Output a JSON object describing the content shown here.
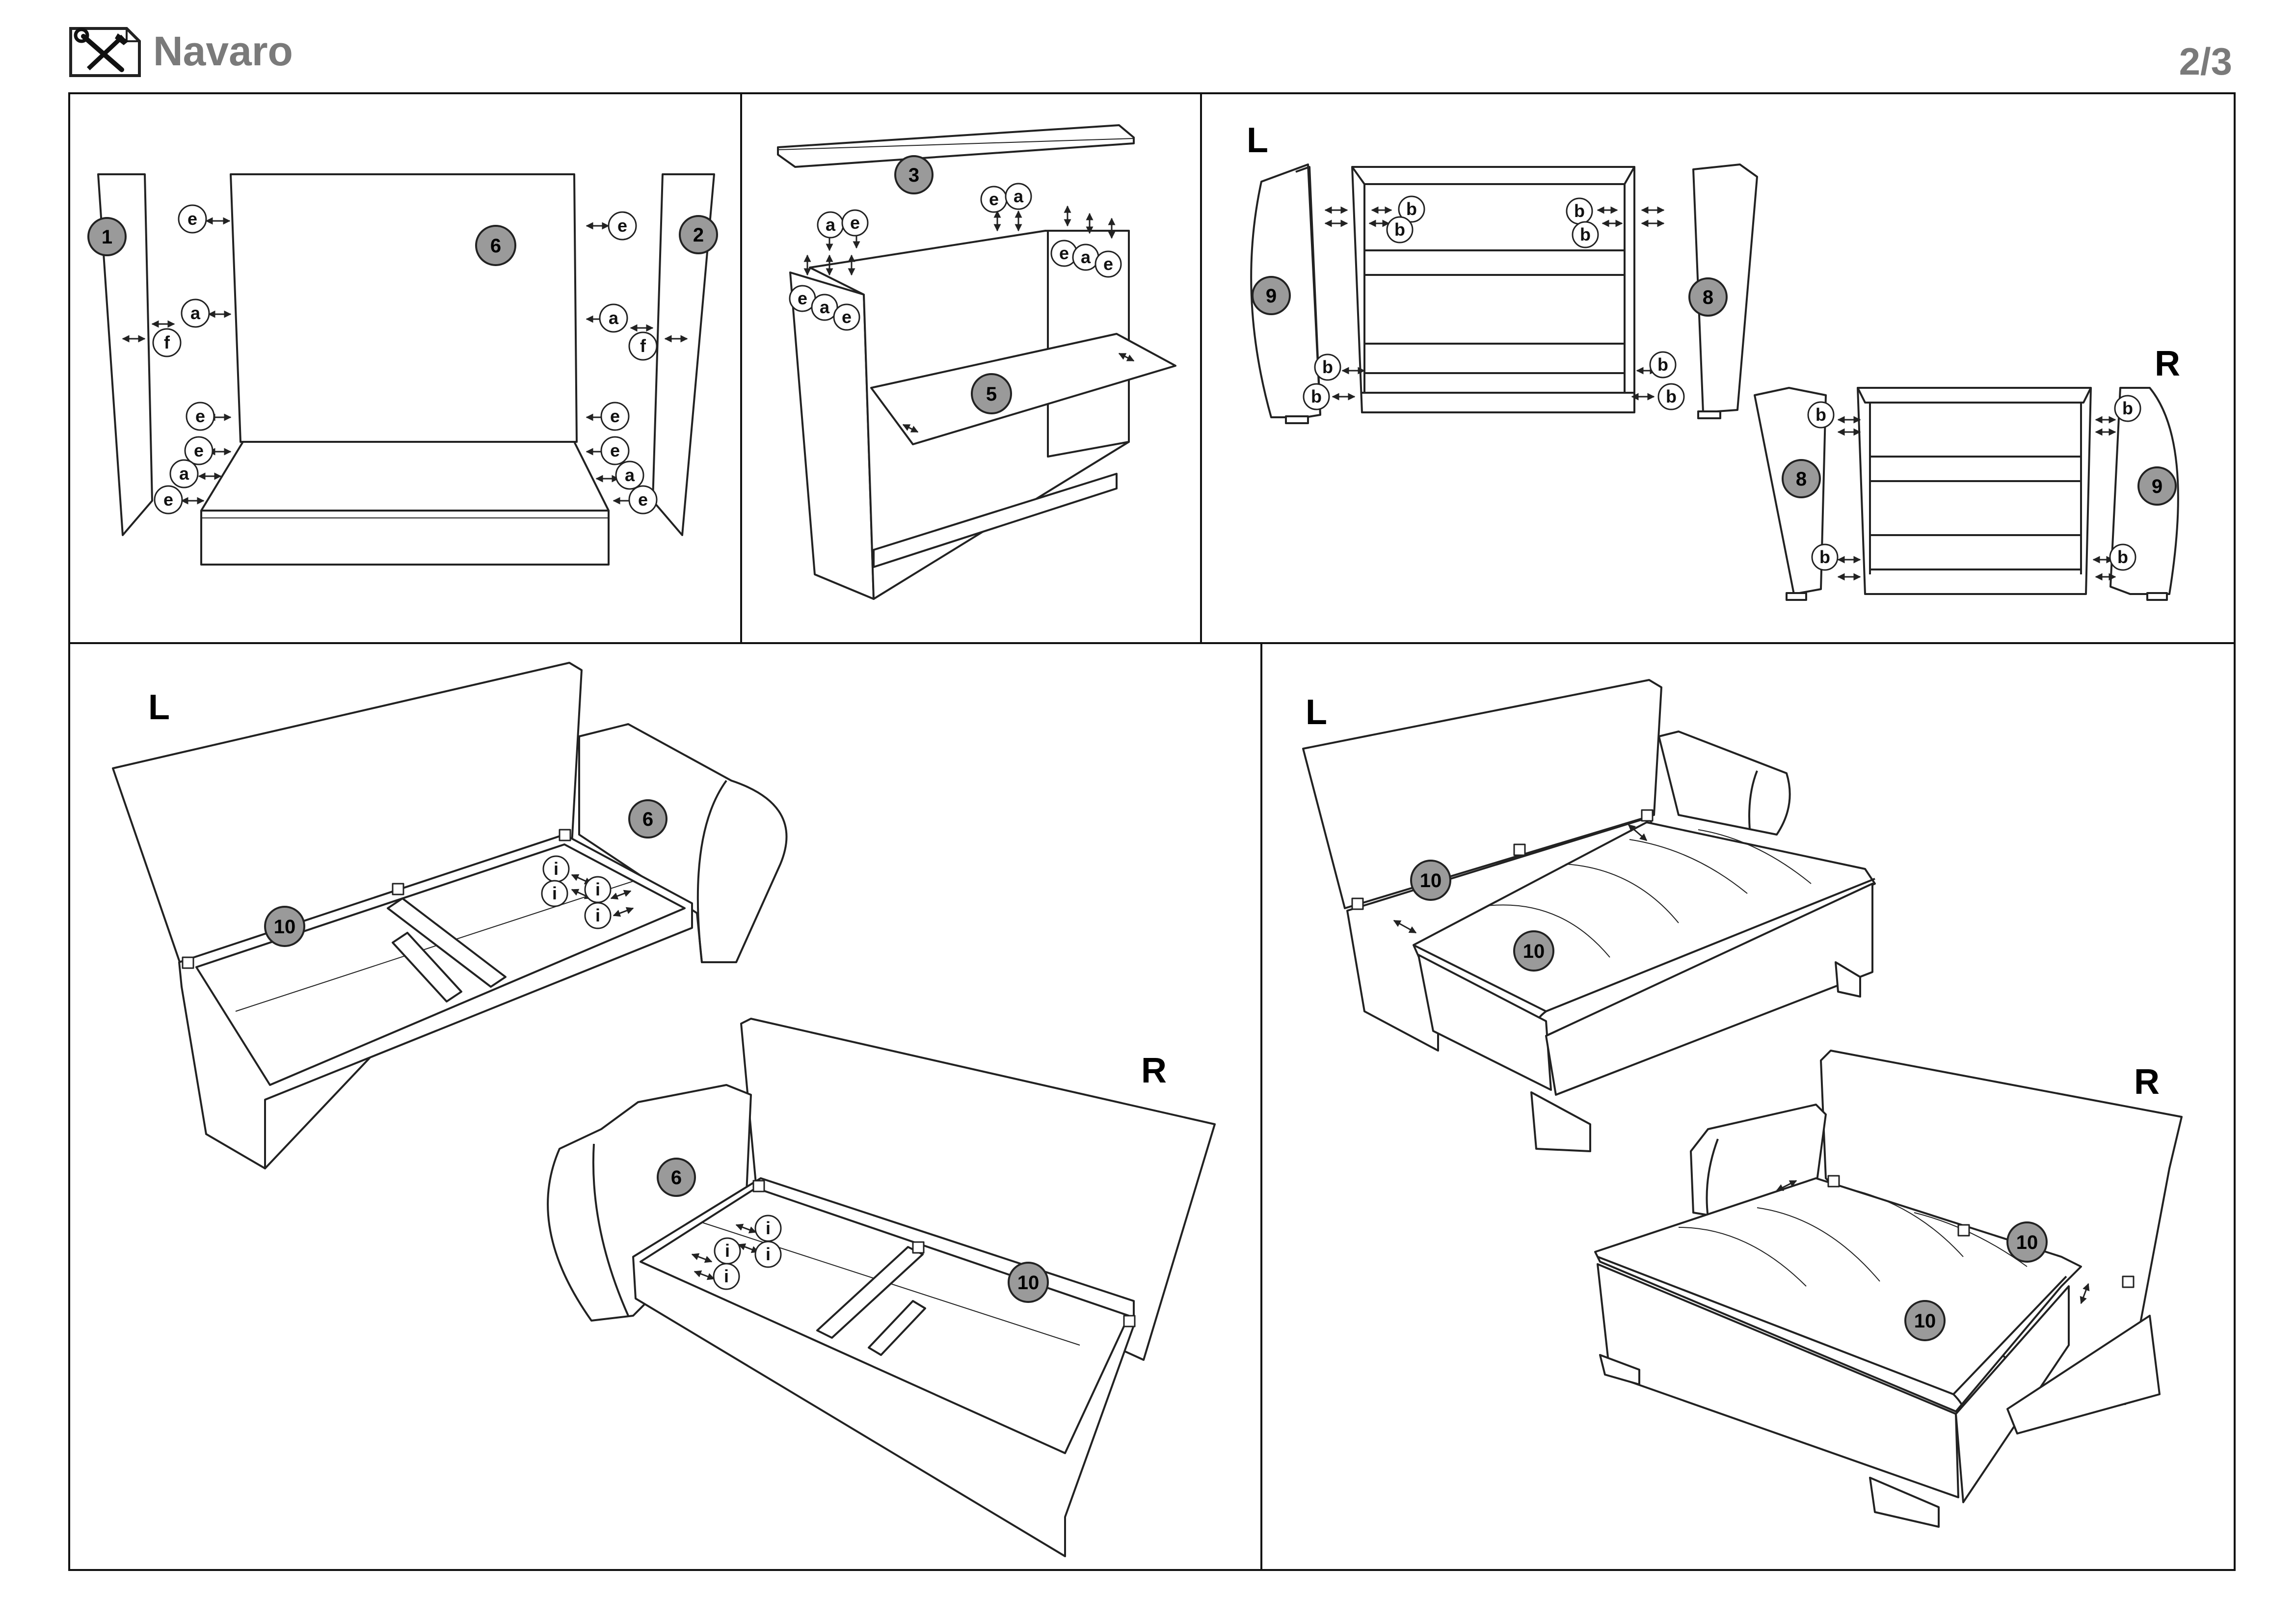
{
  "header": {
    "title": "Navaro",
    "page": "2/3",
    "icon": "tools-icon"
  },
  "panels": {
    "p1": {
      "parts": [
        "1",
        "2",
        "6"
      ],
      "callouts": [
        "e",
        "a",
        "f",
        "e",
        "e",
        "a",
        "e",
        "e",
        "a",
        "f",
        "e",
        "e",
        "a",
        "e"
      ]
    },
    "p2": {
      "parts": [
        "3",
        "5"
      ],
      "callouts": [
        "a",
        "e",
        "e",
        "a",
        "e",
        "a",
        "e",
        "e",
        "a",
        "e"
      ]
    },
    "p3": {
      "side_left": "L",
      "side_right": "R",
      "parts": [
        "9",
        "8",
        "8",
        "9"
      ],
      "callouts": [
        "b",
        "b",
        "b",
        "b",
        "b",
        "b",
        "b",
        "b",
        "b",
        "b",
        "b",
        "b"
      ]
    },
    "p4": {
      "side_left": "L",
      "side_right": "R",
      "parts": [
        "6",
        "10",
        "6",
        "10"
      ],
      "callouts": [
        "i",
        "i",
        "i",
        "i",
        "i",
        "i",
        "i",
        "i"
      ]
    },
    "p5": {
      "side_left": "L",
      "side_right": "R",
      "parts": [
        "10",
        "10",
        "10",
        "10"
      ]
    }
  }
}
